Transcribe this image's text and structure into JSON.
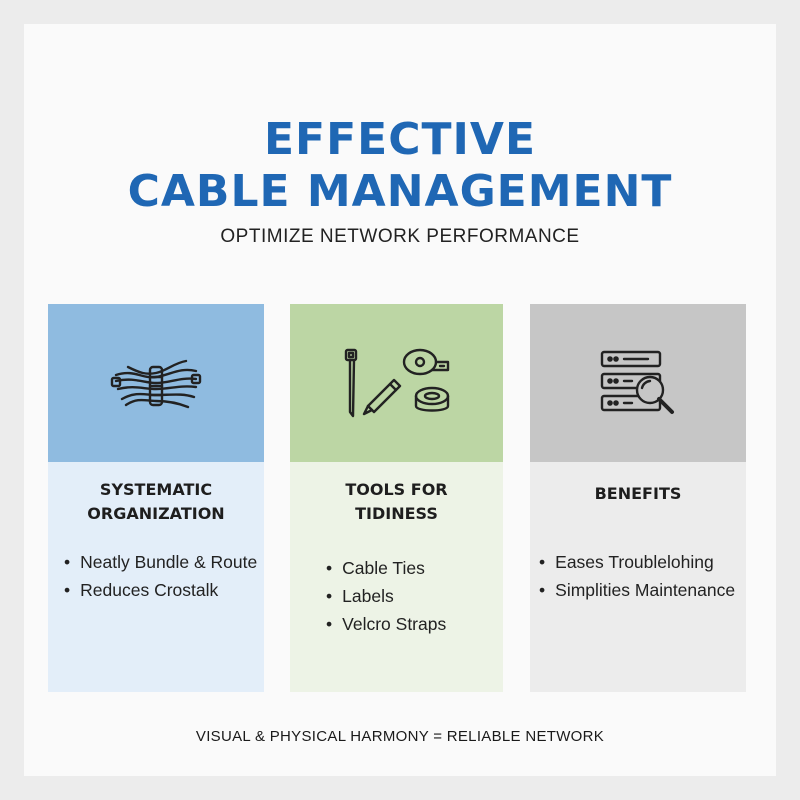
{
  "header": {
    "title_line1": "EFFECTIVE",
    "title_line2": "CABLE MANAGEMENT",
    "subtitle": "OPTIMIZE NETWORK PERFORMANCE"
  },
  "cards": [
    {
      "icon": "cable-bundle-icon",
      "title_line1": "SYSTEMATIC",
      "title_line2": "ORGANIZATION",
      "points": [
        "Neatly Bundle & Route",
        "Reduces Crostalk"
      ],
      "colors": {
        "head": "#8fbbe0",
        "body": "#e3eef9"
      }
    },
    {
      "icon": "tools-icon",
      "title_line1": "TOOLS FOR",
      "title_line2": "TIDINESS",
      "points": [
        "Cable Ties",
        "Labels",
        "Velcro Straps"
      ],
      "colors": {
        "head": "#bcd6a4",
        "body": "#edf3e6"
      }
    },
    {
      "icon": "server-search-icon",
      "title_line1": "BENEFITS",
      "title_line2": "",
      "points": [
        "Eases Troublelohing",
        "Simplities Maintenance"
      ],
      "colors": {
        "head": "#c6c6c6",
        "body": "#ececec"
      }
    }
  ],
  "footer": {
    "text": "VISUAL & PHYSICAL HARMONY = RELIABLE NETWORK"
  },
  "colors": {
    "title": "#1f67b4",
    "page_background": "#fafafa"
  }
}
